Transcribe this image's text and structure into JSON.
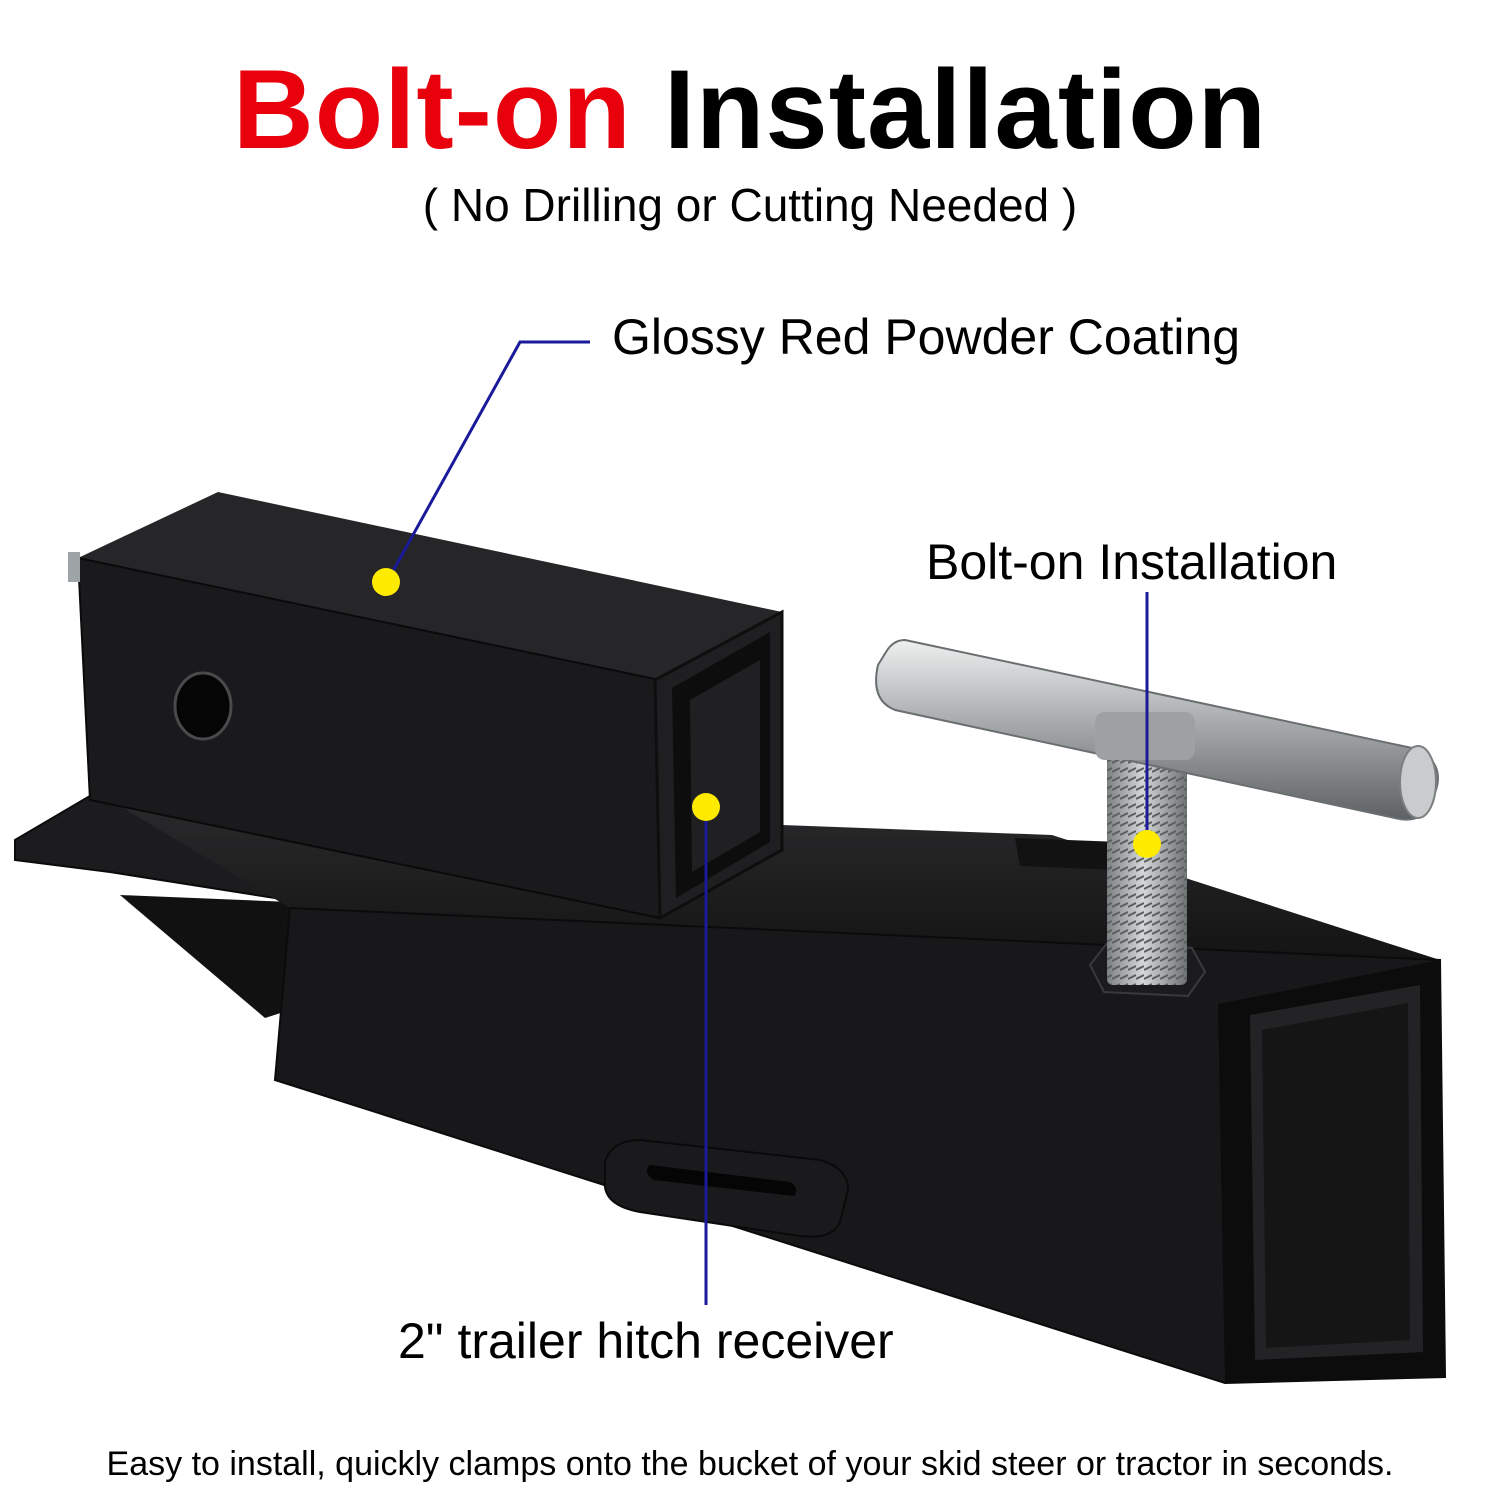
{
  "title": {
    "accent": "Bolt-on",
    "main": "Installation"
  },
  "subtitle": "( No Drilling or Cutting Needed )",
  "callouts": {
    "coating": "Glossy Red Powder Coating",
    "bolt": "Bolt-on Installation",
    "receiver": "2\" trailer hitch receiver"
  },
  "footer": "Easy to install, quickly clamps onto the bucket of your skid steer or tractor in seconds.",
  "colors": {
    "accent": "#e8000d",
    "callout_line": "#1a1a9a",
    "marker": "#ffeb00"
  }
}
